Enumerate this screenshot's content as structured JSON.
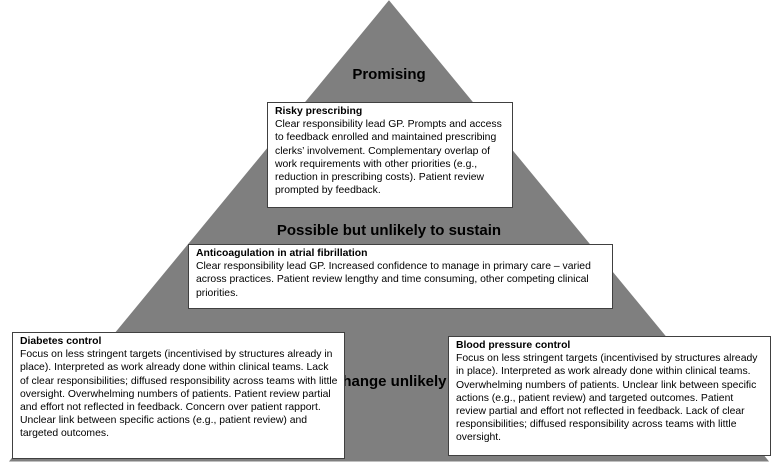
{
  "colors": {
    "pyramid_fill": "#7f7f7f",
    "box_fill": "#ffffff",
    "box_border": "#404040",
    "text": "#000000"
  },
  "tiers": {
    "top": "Promising",
    "middle": "Possible but unlikely to sustain",
    "bottom": "Change unlikely"
  },
  "boxes": {
    "risky_prescribing": {
      "title": "Risky prescribing",
      "body": "Clear responsibility lead GP. Prompts and access to feedback enrolled and maintained prescribing clerks’ involvement.  Complementary overlap of work requirements with other priorities (e.g., reduction in prescribing costs). Patient review prompted by feedback."
    },
    "anticoagulation": {
      "title": "Anticoagulation in atrial fibrillation",
      "body": "Clear responsibility lead GP. Increased confidence to manage in primary care – varied across practices. Patient review lengthy and time consuming, other competing clinical priorities."
    },
    "diabetes": {
      "title": "Diabetes control",
      "body": "Focus on less stringent targets (incentivised by structures already in place).  Interpreted as work already done within clinical teams. Lack of clear responsibilities; diffused responsibility across teams with little oversight. Overwhelming numbers of patients. Patient review partial and effort not reflected in feedback. Concern over patient rapport. Unclear link between specific actions (e.g., patient review) and targeted outcomes."
    },
    "blood_pressure": {
      "title": "Blood pressure control",
      "body": "Focus on less stringent targets (incentivised by structures already in place).  Interpreted as work already done within clinical teams. Overwhelming numbers of patients. Unclear link between specific actions (e.g., patient review) and targeted outcomes. Patient review partial and effort not reflected in feedback.  Lack of clear responsibilities; diffused responsibility across teams with little oversight."
    }
  }
}
